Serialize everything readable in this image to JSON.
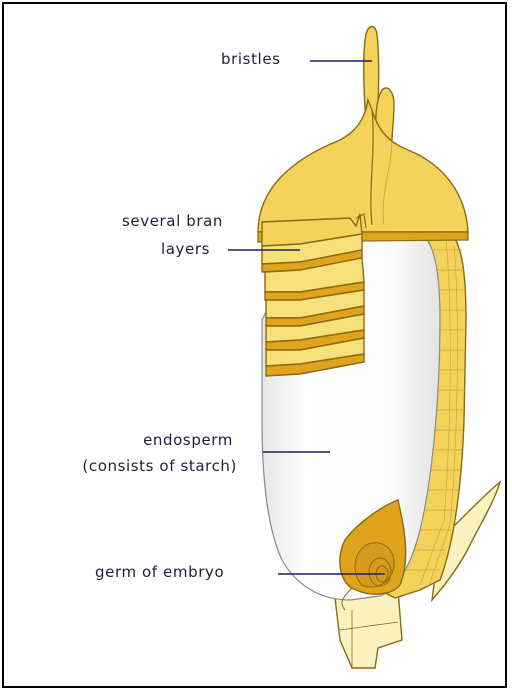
{
  "labels": {
    "bristles": "bristles",
    "bran_line1": "several bran",
    "bran_line2": "layers",
    "endosperm_line1": "endosperm",
    "endosperm_line2": "(consists of starch)",
    "germ": "germ of embryo"
  },
  "colors": {
    "frame": "#000000",
    "bran_yellow": "#f3d35a",
    "bran_dark": "#e0a31c",
    "outline": "#8a6a12",
    "endosperm": "#f4f4f4",
    "stalk": "#fbf2c0",
    "germ": "#d89a1c",
    "leader": "#1f1f5f",
    "text": "#1f1f3f"
  }
}
